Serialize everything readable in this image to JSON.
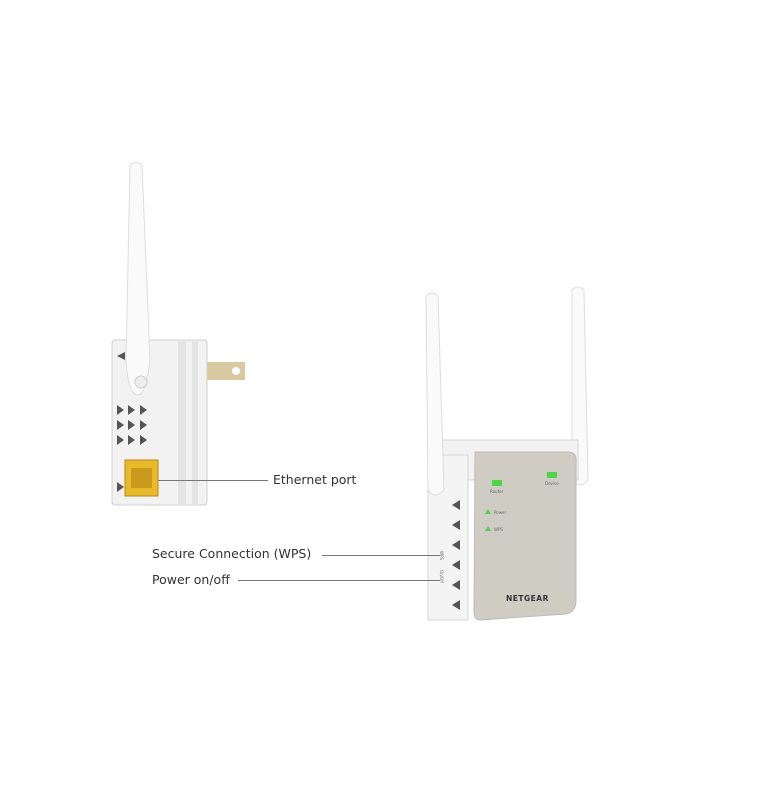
{
  "callouts": {
    "ethernet": "Ethernet port",
    "wps": "Secure Connection (WPS)",
    "power": "Power on/off"
  },
  "device": {
    "brand": "NETGEAR",
    "led_router": "Router",
    "led_device": "Device",
    "led_power": "Power",
    "led_wps": "WPS",
    "side_wps": "WPS",
    "side_power": "On/Off"
  },
  "colors": {
    "led": "#4fd34a",
    "ethernet_port": "#e8b92a"
  }
}
